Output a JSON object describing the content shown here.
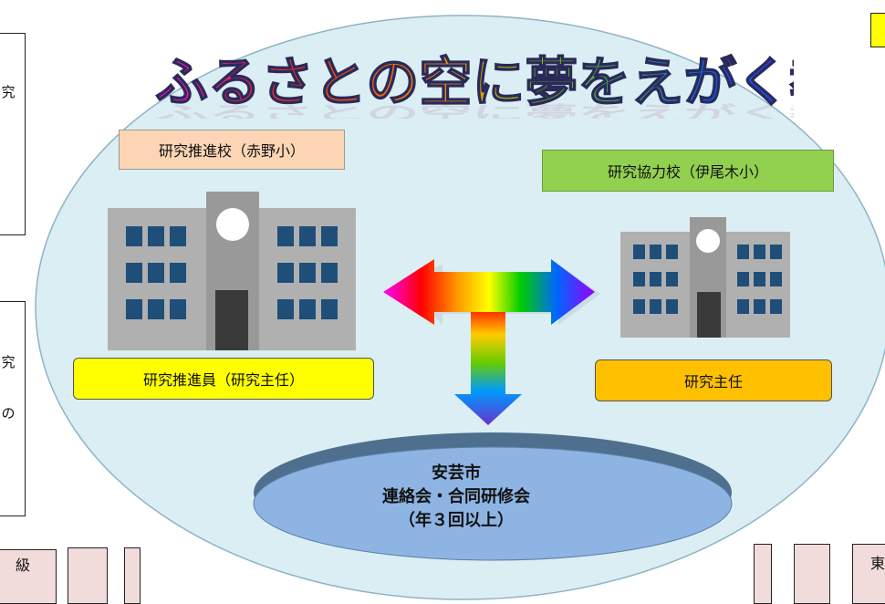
{
  "title": "ふるさとの空に夢をえがく教育",
  "labels": {
    "promotion_school": "研究推進校（赤野小）",
    "cooperation_school": "研究協力校（伊尾木小）",
    "promotion_member": "研究推進員（研究主任）",
    "research_chief": "研究主任"
  },
  "meeting": {
    "line1": "安芸市",
    "line2": "連絡会・合同研修会",
    "line3": "（年３回以上）"
  },
  "edge_fragments": {
    "left_top": "究",
    "left_mid1": "究",
    "left_mid2": "の",
    "bottom_left": "級",
    "bottom_right": "東"
  },
  "colors": {
    "ellipse_fill": "#dbeef3",
    "ellipse_stroke": "#8fb3c4",
    "promotion_school_fill": "#fcd5b5",
    "cooperation_school_fill": "#92d050",
    "promotion_member_fill": "#ffff00",
    "research_chief_fill": "#ffc000",
    "meeting_fill": "#8db4e2",
    "building": "#b0b0b0",
    "window": "#1f4e79"
  }
}
